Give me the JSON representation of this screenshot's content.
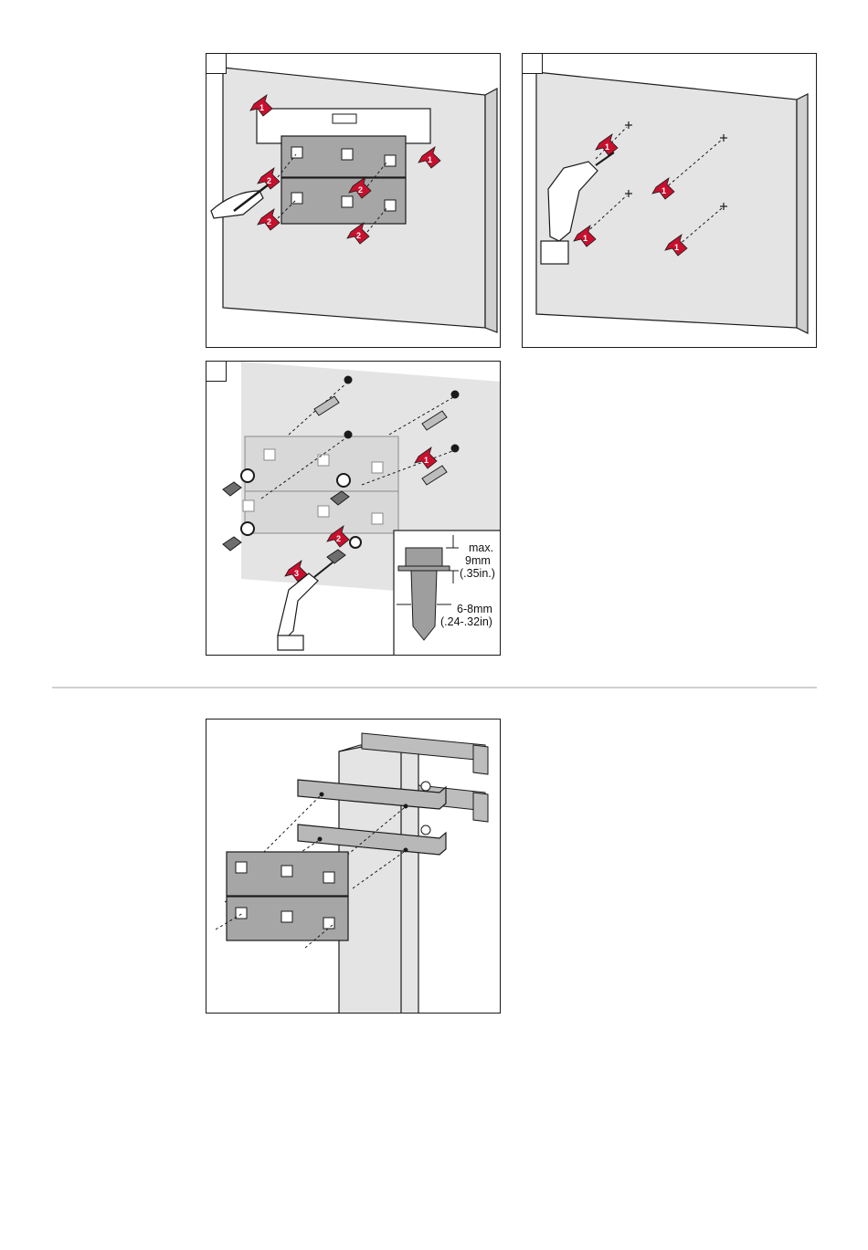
{
  "figures": [
    {
      "id": "mount-mark-holes",
      "arrow_numbers": [
        "1",
        "2"
      ]
    },
    {
      "id": "drill-holes",
      "arrow_numbers": [
        "1"
      ]
    },
    {
      "id": "screw-bracket",
      "arrow_numbers": [
        "1",
        "2",
        "3"
      ]
    },
    {
      "id": "pole-mount",
      "arrow_numbers": []
    }
  ],
  "screw_spec": {
    "head_height_label": "max.",
    "head_height_mm": "9mm",
    "head_height_in": "(.35in.)",
    "shank_diameter_mm": "6-8mm",
    "shank_diameter_in": "(.24-.32in)"
  },
  "colors": {
    "arrow_red": "#c8102e",
    "wall": "#e4e4e4",
    "bracket": "#a6a6a6",
    "line": "#1a1a1a"
  }
}
